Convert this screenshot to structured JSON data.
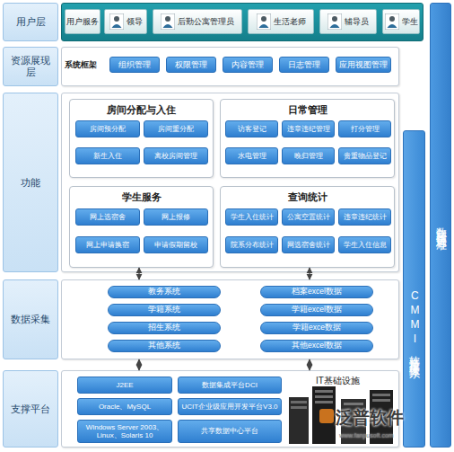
{
  "diagram": {
    "nodes": [
      {
        "text": [
          "用户层"
        ]
      },
      {
        "text": [
          "用户服务"
        ],
        "in": 0
      },
      {
        "text": [
          "领导"
        ],
        "in": 0
      },
      {
        "text": [
          "后勤公寓管理员"
        ],
        "in": 0
      },
      {
        "text": [
          "生活老师"
        ],
        "in": 0
      },
      {
        "text": [
          "辅导员"
        ],
        "in": 0
      },
      {
        "text": [
          "学生"
        ],
        "in": 0
      },
      {
        "text": [
          "数字校园信息标准"
        ]
      },
      {
        "text": [
          "资源展现层"
        ]
      },
      {
        "text": [
          "组织管理"
        ],
        "in": 8
      },
      {
        "text": [
          "权限管理"
        ],
        "in": 8
      },
      {
        "text": [
          "内容管理"
        ],
        "in": 8
      },
      {
        "text": [
          "日志管理"
        ],
        "in": 8
      },
      {
        "text": [
          "应用视图管理"
        ],
        "in": 8
      },
      {
        "text": [
          "CMMI软件质量保障体系"
        ]
      },
      {
        "text": [
          "功能"
        ]
      },
      {
        "text": [
          "房间分配与入住"
        ],
        "in": 15
      },
      {
        "text": [
          "房间预分配"
        ],
        "in": 16
      },
      {
        "text": [
          "房间重分配"
        ],
        "in": 16
      },
      {
        "text": [
          "新生入住"
        ],
        "in": 16
      },
      {
        "text": [
          "离校房间管理"
        ],
        "in": 16
      },
      {
        "text": [
          "日常管理"
        ],
        "in": 15
      },
      {
        "text": [
          "访客登记"
        ],
        "in": 21
      },
      {
        "text": [
          "违章违纪管理"
        ],
        "in": 21
      },
      {
        "text": [
          "打分管理"
        ],
        "in": 21
      },
      {
        "text": [
          "水电管理"
        ],
        "in": 21
      },
      {
        "text": [
          "晚归管理"
        ],
        "in": 21
      },
      {
        "text": [
          "贵重物品登记"
        ],
        "in": 21
      },
      {
        "text": [
          "学生服务"
        ],
        "in": 15
      },
      {
        "text": [
          "网上选宿舍"
        ],
        "in": 28
      },
      {
        "text": [
          "网上报修"
        ],
        "in": 28
      },
      {
        "text": [
          "网上申请换宿"
        ],
        "in": 28
      },
      {
        "text": [
          "申请假期留校"
        ],
        "in": 28
      },
      {
        "text": [
          "查询统计"
        ],
        "in": 15
      },
      {
        "text": [
          "学生入住统计"
        ],
        "in": 33
      },
      {
        "text": [
          "公寓空置统计"
        ],
        "in": 33
      },
      {
        "text": [
          "违章违纪统计"
        ],
        "in": 33
      },
      {
        "text": [
          "院系分布统计"
        ],
        "in": 33
      },
      {
        "text": [
          "网选宿舍统计"
        ],
        "in": 33
      },
      {
        "text": [
          "学生入住信息"
        ],
        "in": 33
      },
      {
        "text": [
          "数据采集"
        ]
      },
      {
        "text": [
          "教务系统"
        ],
        "in": 40
      },
      {
        "text": [
          "档案excel数据"
        ],
        "in": 40
      },
      {
        "text": [
          "学籍系统"
        ],
        "in": 40
      },
      {
        "text": [
          "学籍excel数据"
        ],
        "in": 40
      },
      {
        "text": [
          "招生系统"
        ],
        "in": 40
      },
      {
        "text": [
          "学籍exce数据"
        ],
        "in": 40
      },
      {
        "text": [
          "其他系统"
        ],
        "in": 40
      },
      {
        "text": [
          "其他excel数据"
        ],
        "in": 40
      },
      {
        "text": [
          "支撑平台"
        ]
      },
      {
        "text": [
          "J2EE"
        ],
        "in": 49
      },
      {
        "text": [
          "数据集成平台DCI"
        ],
        "in": 49
      },
      {
        "text": [
          "Oracle、MySQL"
        ],
        "in": 49
      },
      {
        "text": [
          "UCIT企业级应用开发平台V3.0"
        ],
        "in": 49
      },
      {
        "text": [
          "Windows Server 2003、Linux、Solaris 10"
        ],
        "in": 49
      },
      {
        "text": [
          "共享数据中心平台"
        ],
        "in": 49
      }
    ],
    "edges": [
      {
        "from": 28,
        "to": 40,
        "arrow": "both"
      },
      {
        "from": 33,
        "to": 40,
        "arrow": "both"
      },
      {
        "from": 40,
        "to": 49,
        "arrow": "both"
      },
      {
        "from": 40,
        "to": 49,
        "arrow": "both"
      }
    ],
    "labels": [
      "系统框架",
      "IT基础设施",
      "泛普软件",
      "www.fanpusoft.com"
    ]
  }
}
